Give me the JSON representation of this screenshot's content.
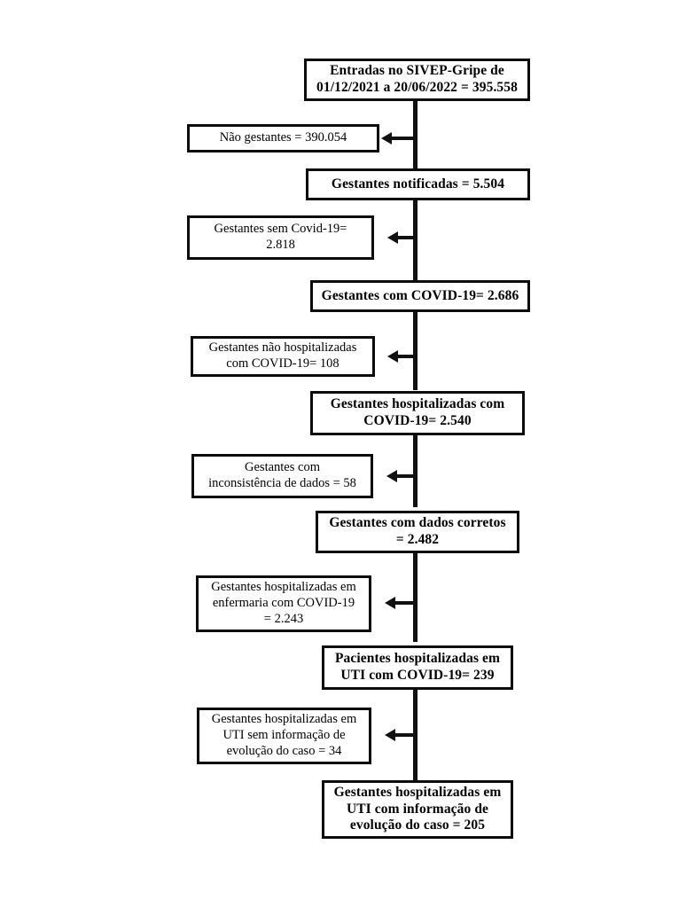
{
  "figure": {
    "type": "flowchart",
    "orientation": "vertical",
    "language": "pt-BR",
    "colors": {
      "background": "#ffffff",
      "stroke": "#0b0b0b",
      "text": "#000000"
    }
  },
  "nodes": {
    "n1": {
      "id": "entradas-sivep",
      "label": "Entradas no SIVEP-Gripe de\n01/12/2021 a 20/06/2022 = 395.558",
      "value": "395.558",
      "kind": "main"
    },
    "n2": {
      "id": "gestantes-notificadas",
      "label": "Gestantes notificadas = 5.504",
      "value": "5.504",
      "kind": "main"
    },
    "n3": {
      "id": "gestantes-com-covid",
      "label": "Gestantes com COVID-19= 2.686",
      "value": "2.686",
      "kind": "main"
    },
    "n4": {
      "id": "gestantes-hospitalizadas-covid",
      "label": "Gestantes hospitalizadas com\nCOVID-19= 2.540",
      "value": "2.540",
      "kind": "main"
    },
    "n5": {
      "id": "gestantes-dados-corretos",
      "label": "Gestantes com dados corretos\n= 2.482",
      "value": "2.482",
      "kind": "main"
    },
    "n6": {
      "id": "pacientes-uti-covid",
      "label": "Pacientes hospitalizadas em\nUTI com COVID-19= 239",
      "value": "239",
      "kind": "main"
    },
    "n7": {
      "id": "gestantes-uti-com-informacao",
      "label": "Gestantes hospitalizadas em\nUTI com informação de\nevolução do caso = 205",
      "value": "205",
      "kind": "main"
    }
  },
  "exclusions": {
    "e1": {
      "id": "nao-gestantes",
      "label": "Não gestantes = 390.054",
      "value": "390.054",
      "kind": "side"
    },
    "e2": {
      "id": "gestantes-sem-covid",
      "label": "Gestantes sem Covid-19=\n2.818",
      "value": "2.818",
      "kind": "side"
    },
    "e3": {
      "id": "gestantes-nao-hospitalizadas",
      "label": "Gestantes não hospitalizadas\ncom COVID-19= 108",
      "value": "108",
      "kind": "side"
    },
    "e4": {
      "id": "gestantes-inconsistencia-dados",
      "label": "Gestantes com\ninconsistência de dados = 58",
      "value": "58",
      "kind": "side"
    },
    "e5": {
      "id": "gestantes-enfermaria",
      "label": "Gestantes hospitalizadas em\nenfermaria com COVID-19\n= 2.243",
      "value": "2.243",
      "kind": "side"
    },
    "e6": {
      "id": "gestantes-uti-sem-informacao",
      "label": "Gestantes hospitalizadas em\nUTI sem informação de\nevolução do caso = 34",
      "value": "34",
      "kind": "side"
    }
  },
  "connectors": {
    "arrow_direction": "left",
    "arrow_count": 6,
    "spine_segments": 7
  }
}
